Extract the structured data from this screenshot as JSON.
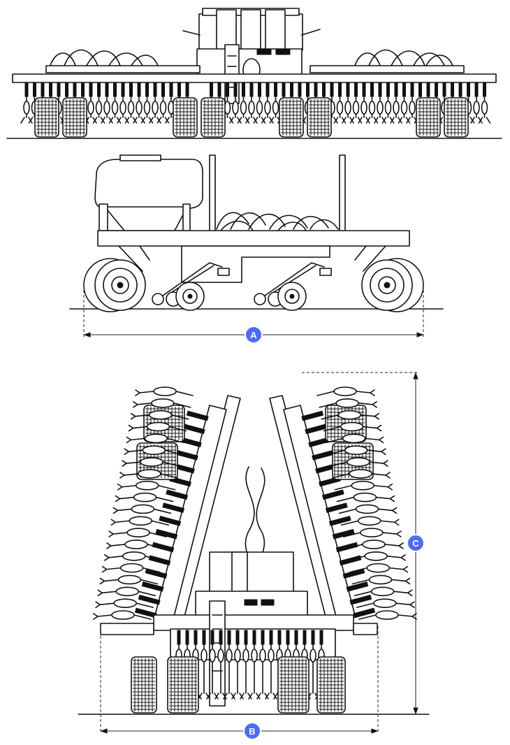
{
  "dimensions": {
    "a": "A",
    "b": "B",
    "c": "C"
  },
  "colors": {
    "badge": "#4a6cf7",
    "line": "#111111",
    "background": "#ffffff"
  }
}
